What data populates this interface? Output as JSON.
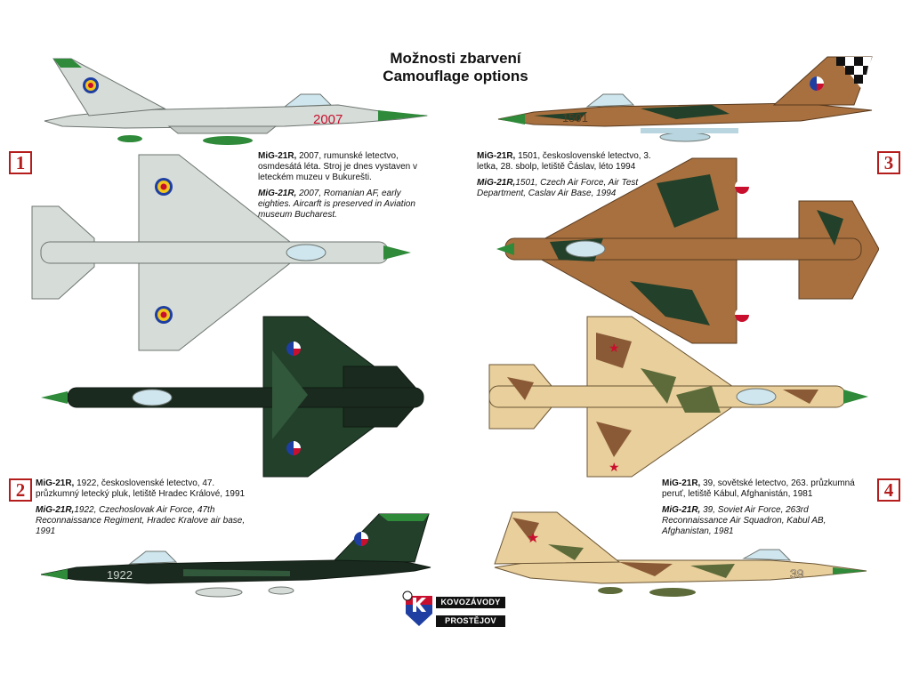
{
  "title": {
    "cz": "Možnosti zbarvení",
    "en": "Camouflage options"
  },
  "options": [
    {
      "number": "1",
      "cz_model": "MiG-21R,",
      "cz_text": " 2007, rumunské letectvo, osmdesátá léta. Stroj je dnes vystaven v leteckém muzeu v Bukurešti.",
      "en_model": "MiG-21R,",
      "en_text": " 2007, Romanian AF, early eighties. Aircarft is preserved in Aviation museum Bucharest.",
      "serial": "2007"
    },
    {
      "number": "2",
      "cz_model": "MiG-21R,",
      "cz_text": " 1922, československé letectvo, 47. průzkumný letecký pluk, letiště Hradec Králové, 1991",
      "en_model": "MiG-21R,",
      "en_text": "1922, Czechoslovak Air Force, 47th Reconnaissance Regiment, Hradec Kralove air base, 1991",
      "serial": "1922"
    },
    {
      "number": "3",
      "cz_model": "MiG-21R,",
      "cz_text": " 1501, československé letectvo, 3. letka, 28. sbolp, letiště Čáslav, léto 1994",
      "en_model": "MiG-21R,",
      "en_text": "1501, Czech Air Force, Air Test Department, Caslav Air Base, 1994",
      "serial": "1501"
    },
    {
      "number": "4",
      "cz_model": "MiG-21R,",
      "cz_text": " 39, sovětské letectvo, 263. průzkumná peruť, letiště Kábul, Afghanistán, 1981",
      "en_model": "MiG-21R,",
      "en_text": " 39, Soviet Air Force, 263rd Reconnaissance Air Squadron, Kabul AB, Afghanistan, 1981",
      "serial": "39"
    }
  ],
  "logo": {
    "top_text": "KOVOZÁVODY",
    "bottom_text": "PROSTĚJOV"
  },
  "colors": {
    "badge_red": "#b51d1d",
    "silver": "#d6dcd8",
    "green_nose": "#2f8a3a",
    "dark_green": "#22402a",
    "black_green": "#1b2a1f",
    "brown": "#a8703f",
    "sand": "#e8cf9c",
    "soviet_brown": "#8a5a36"
  }
}
